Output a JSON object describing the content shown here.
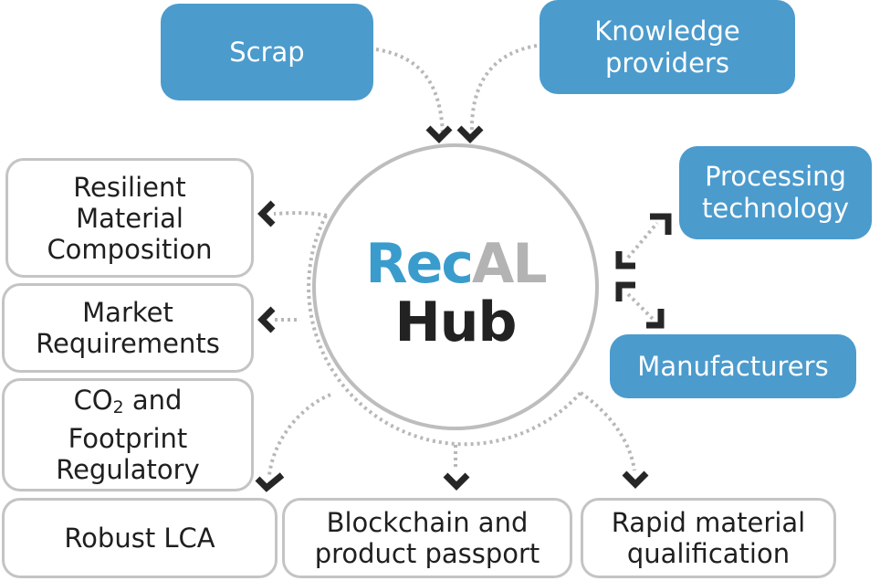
{
  "diagram": {
    "hub": {
      "title_part1": "Rec",
      "title_part2": "AL",
      "subtitle": "Hub",
      "colors": {
        "part1": "#3a9ccc",
        "part2": "#b3b3b3",
        "subtitle": "#222222"
      }
    },
    "inputs": [
      {
        "id": "scrap",
        "label": "Scrap",
        "direction": "into-hub"
      },
      {
        "id": "knowledge",
        "label": "Knowledge\nproviders",
        "direction": "into-hub"
      }
    ],
    "bidirectional": [
      {
        "id": "processing",
        "label": "Processing\ntechnology",
        "direction": "both"
      },
      {
        "id": "manufacturers",
        "label": "Manufacturers",
        "direction": "both"
      }
    ],
    "outputs": [
      {
        "id": "resilient",
        "label": "Resilient\nMaterial\nComposition"
      },
      {
        "id": "market",
        "label": "Market\nRequirements"
      },
      {
        "id": "co2",
        "label_prefix": "CO",
        "label_sub": "2",
        "label_rest": " and\nFootprint\nRegulatory"
      },
      {
        "id": "lca",
        "label": "Robust LCA"
      },
      {
        "id": "blockchain",
        "label": "Blockchain and\nproduct passport"
      },
      {
        "id": "rapid",
        "label": "Rapid material\nqualification"
      }
    ],
    "colors": {
      "accent_blue": "#4b9bcd",
      "box_border": "#c4c4c4",
      "connector_dots": "#b8b8b8",
      "arrowhead": "#262626",
      "hub_ring": "#bdbdbd"
    }
  }
}
